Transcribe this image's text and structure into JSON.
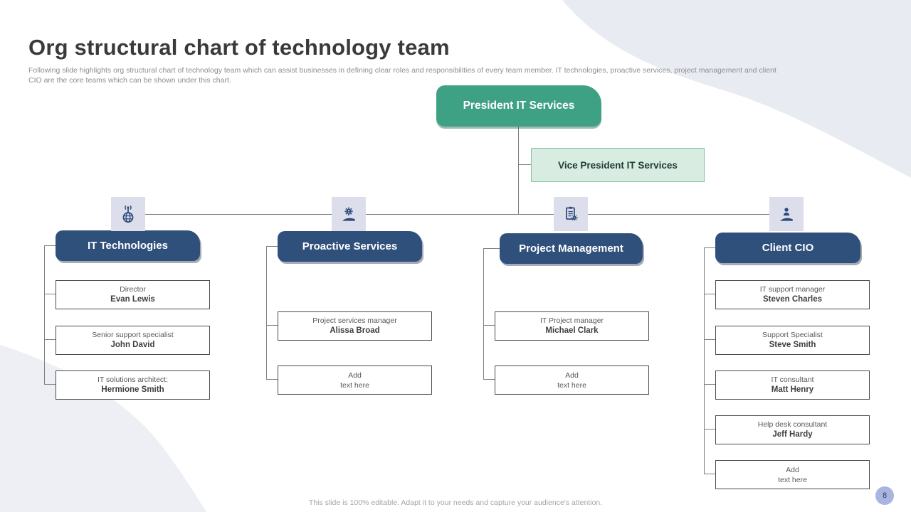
{
  "slide": {
    "title": "Org structural chart of technology team",
    "subtitle_line1": "Following slide highlights org structural chart of technology team which can assist businesses in defining clear roles and responsibilities of every team member. IT technologies, proactive services, project management and client",
    "subtitle_line2": "CIO are the core teams which can be shown under this chart.",
    "footer_note": "This slide is 100% editable. Adapt it to your needs and capture your audience's attention.",
    "page_number": "8"
  },
  "accent_colors": {
    "president_green": "#3EA184",
    "vp_fill": "#D8ECE2",
    "vp_border": "#85C3A7",
    "header_navy": "#30507C",
    "icon_tile": "#DCDFEB",
    "icon_glyph": "#2D4A7C",
    "connector_gray": "#7F7F7F",
    "box_border": "#4A4A4A",
    "page_badge": "#A9B5E0",
    "swoosh_gray": "#E9EBF2"
  },
  "org_chart": {
    "president": "President IT Services",
    "vice_president": "Vice President IT Services",
    "teams": [
      {
        "label": "IT Technologies",
        "icon": "broadcast-globe-icon",
        "members": [
          {
            "role": "Director",
            "name": "Evan Lewis"
          },
          {
            "role": "Senior support specialist",
            "name": "John David"
          },
          {
            "role": "IT solutions architect:",
            "name": "Hermione Smith"
          }
        ]
      },
      {
        "label": "Proactive Services",
        "icon": "hand-gear-icon",
        "members": [
          {
            "role": "Project services manager",
            "name": "Alissa Broad"
          },
          {
            "role": "Add",
            "name": "text here"
          }
        ]
      },
      {
        "label": "Project Management",
        "icon": "clipboard-gear-icon",
        "members": [
          {
            "role": "IT Project manager",
            "name": "Michael Clark"
          },
          {
            "role": "Add",
            "name": "text here"
          }
        ]
      },
      {
        "label": "Client CIO",
        "icon": "hand-person-icon",
        "members": [
          {
            "role": "IT support manager",
            "name": "Steven Charles"
          },
          {
            "role": "Support Specialist",
            "name": "Steve Smith"
          },
          {
            "role": "IT consultant",
            "name": "Matt Henry"
          },
          {
            "role": "Help desk consultant",
            "name": "Jeff Hardy"
          },
          {
            "role": "Add",
            "name": "text here"
          }
        ]
      }
    ]
  }
}
